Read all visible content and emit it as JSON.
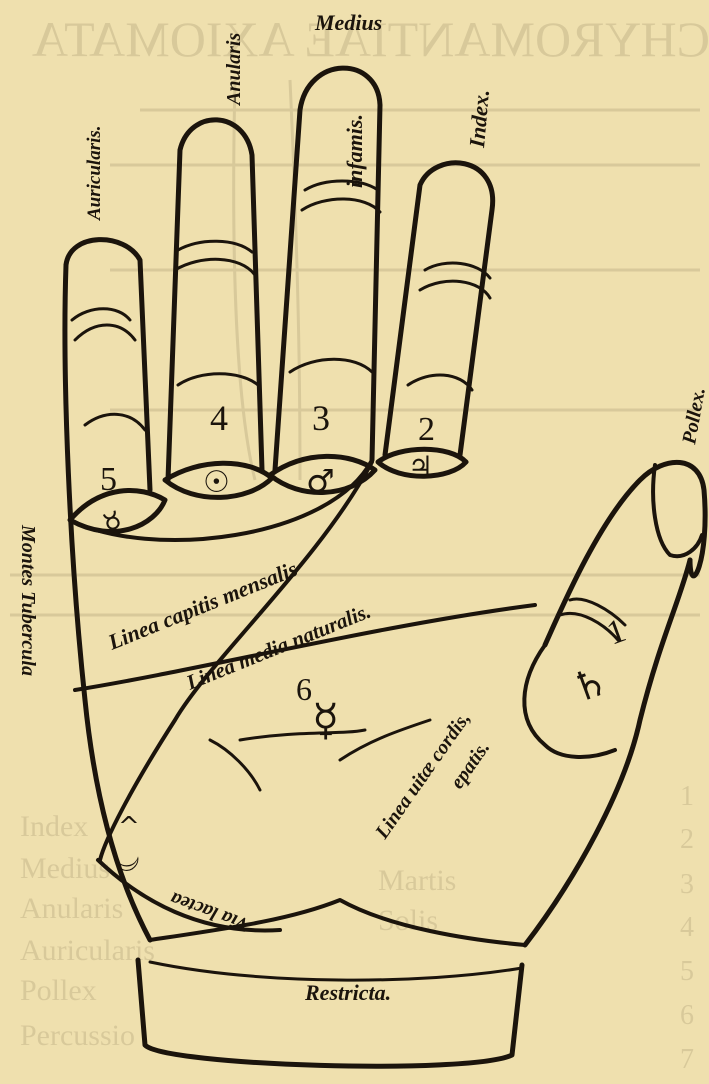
{
  "labels": {
    "medius": "Medius",
    "anularis": "Anularis",
    "auricularis": "Auricularis.",
    "infamis": "infamis.",
    "index": "Index.",
    "pollex": "Pollex.",
    "montes": "Montes Tubercula",
    "linea_capitis": "Linea capitis mensalis",
    "linea_media": "Linea media naturalis.",
    "linea_vitae": "Linea uitæ cordis,",
    "epatis": "epatis.",
    "via_lactea": "Via lactea",
    "restricta": "Restricta."
  },
  "finger_numbers": [
    "5",
    "4",
    "3",
    "2"
  ],
  "palm_numbers": [
    "1",
    "6"
  ],
  "planet_symbols": {
    "mercury": "☿",
    "sun": "☉",
    "mars": "♂",
    "jupiter": "♃",
    "saturn": "♄",
    "moon": "☽"
  },
  "bleed_through": {
    "title": "CHYROMANTIAE AXIOMATA",
    "right_column": [
      "1",
      "2",
      "3",
      "4",
      "5",
      "6",
      "7"
    ],
    "left_column": [
      "Index",
      "Medius",
      "Anularis",
      "Auricularis",
      "Pollex",
      "Percussio"
    ],
    "middle_column": [
      "Martis",
      "Solis"
    ]
  }
}
